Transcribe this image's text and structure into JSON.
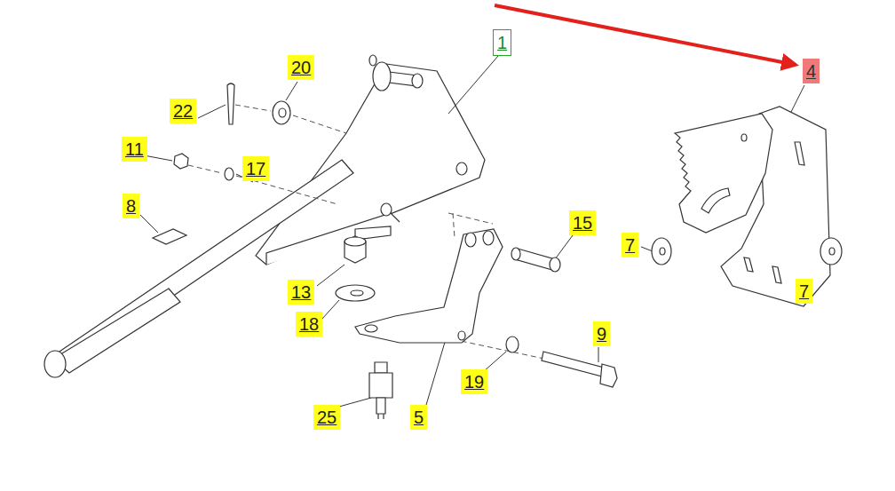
{
  "diagram": {
    "labels": [
      "1",
      "4",
      "20",
      "22",
      "11",
      "17",
      "8",
      "13",
      "18",
      "15",
      "7",
      "7",
      "9",
      "19",
      "25",
      "5"
    ]
  }
}
